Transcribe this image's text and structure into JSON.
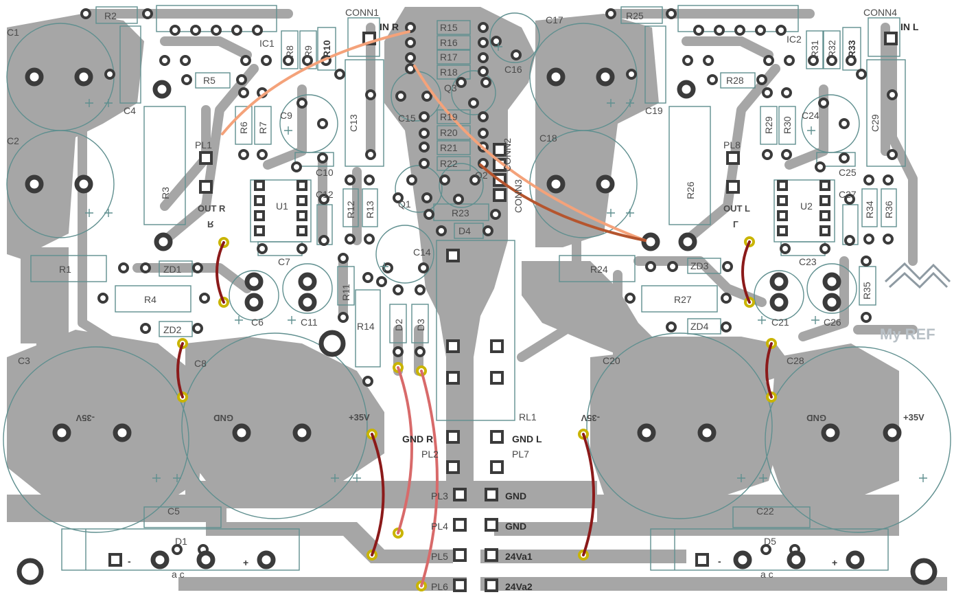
{
  "board": {
    "connectors": {
      "in_r": "IN R",
      "in_l": "IN L",
      "out_r": "OUT R",
      "out_l": "OUT L",
      "out_r_mirror": "R",
      "out_l_mirror": "L",
      "gnd_r": "GND R",
      "gnd_l": "GND L",
      "gnd_a": "GND",
      "gnd_b": "GND",
      "v24a1": "24Va1",
      "v24a2": "24Va2",
      "minus": "-",
      "plus": "+",
      "ac": "a c"
    },
    "rails": {
      "neg_left": "-35V",
      "gnd_left": "GND",
      "pos_left": "+35V",
      "neg_right": "-35V",
      "gnd_right": "GND",
      "pos_right": "+35V"
    },
    "brand": "My REF",
    "designators": {
      "C1": "C1",
      "C2": "C2",
      "C3": "C3",
      "C4": "C4",
      "C5": "C5",
      "C6": "C6",
      "C7": "C7",
      "C8": "C8",
      "C9": "C9",
      "C10": "C10",
      "C11": "C11",
      "C12": "C12",
      "C13": "C13",
      "C14": "C14",
      "C15": "C15",
      "C16": "C16",
      "C17": "C17",
      "C18": "C18",
      "C19": "C19",
      "C20": "C20",
      "C21": "C21",
      "C22": "C22",
      "C23": "C23",
      "C24": "C24",
      "C25": "C25",
      "C26": "C26",
      "C27": "C27",
      "C28": "C28",
      "C29": "C29",
      "R1": "R1",
      "R2": "R2",
      "R3": "R3",
      "R4": "R4",
      "R5": "R5",
      "R6": "R6",
      "R7": "R7",
      "R8": "R8",
      "R9": "R9",
      "R10": "R10",
      "R11": "R11",
      "R12": "R12",
      "R13": "R13",
      "R14": "R14",
      "R15": "R15",
      "R16": "R16",
      "R17": "R17",
      "R18": "R18",
      "R19": "R19",
      "R20": "R20",
      "R21": "R21",
      "R22": "R22",
      "R23": "R23",
      "R24": "R24",
      "R25": "R25",
      "R26": "R26",
      "R27": "R27",
      "R28": "R28",
      "R29": "R29",
      "R30": "R30",
      "R31": "R31",
      "R32": "R32",
      "R33": "R33",
      "R34": "R34",
      "R35": "R35",
      "R36": "R36",
      "IC1": "IC1",
      "IC2": "IC2",
      "U1": "U1",
      "U2": "U2",
      "Q1": "Q1",
      "Q2": "Q2",
      "Q3": "Q3",
      "D1": "D1",
      "D2": "D2",
      "D3": "D3",
      "D4": "D4",
      "D5": "D5",
      "ZD1": "ZD1",
      "ZD2": "ZD2",
      "ZD3": "ZD3",
      "ZD4": "ZD4",
      "PL1": "PL1",
      "PL2": "PL2",
      "PL3": "PL3",
      "PL4": "PL4",
      "PL5": "PL5",
      "PL6": "PL6",
      "PL7": "PL7",
      "PL8": "PL8",
      "CONN1": "CONN1",
      "CONN2": "CONN2",
      "CONN3": "CONN3",
      "CONN4": "CONN4",
      "RL1": "RL1"
    },
    "colors": {
      "copper": "#a6a6a6",
      "silkscreen": "#5f8f8f",
      "pad_ring": "#3b3b3b",
      "jumper_wire": "#8b1a1a",
      "jumper_pad": "#c9b400",
      "signal_wire": "#f4a27a",
      "signal_wire_dark": "#b5552e"
    }
  }
}
